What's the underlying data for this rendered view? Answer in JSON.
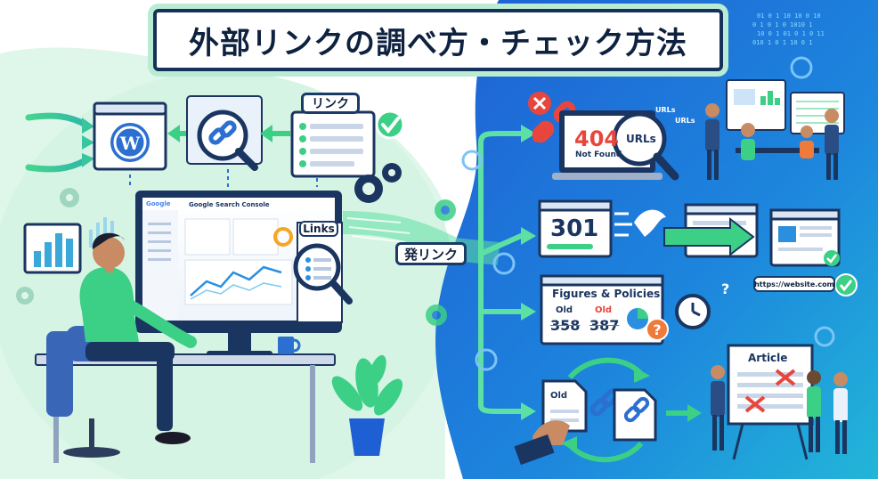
{
  "title": "外部リンクの調べ方・チェック方法",
  "labels": {
    "link_tag": "リンク",
    "hatsu_link_tag": "発リンク",
    "links_tag": "Links",
    "search_console_title": "Google Search Console",
    "google_logo": "Google",
    "error_code": "404",
    "error_text": "Not Found",
    "urls_magnifier": "URLs",
    "urls_small_1": "URLs",
    "urls_small_2": "URLs",
    "redirect_code": "301",
    "website_url": "https://website.com",
    "figures_title": "Figures & Policies",
    "old_label_1": "Old",
    "old_value_1": "358",
    "old_label_2": "Old",
    "old_value_2": "387",
    "old_doc_label": "Old",
    "article_label": "Article"
  },
  "colors": {
    "title_border": "#16325c",
    "title_glow": "#b9ecd3",
    "left_bg": "#dff6ea",
    "right_bg_start": "#1e63d6",
    "right_bg_end": "#1fb7d9",
    "accent_green": "#3ccf86",
    "error_red": "#e8463c",
    "navy": "#16325c"
  },
  "icons": [
    "wordpress-icon",
    "chain-link-icon",
    "magnifier-icon",
    "gear-icon",
    "check-icon",
    "error-x-icon",
    "broken-link-icon",
    "clock-icon",
    "question-icon",
    "arrow-icon",
    "pie-chart-icon",
    "bar-chart-icon"
  ]
}
